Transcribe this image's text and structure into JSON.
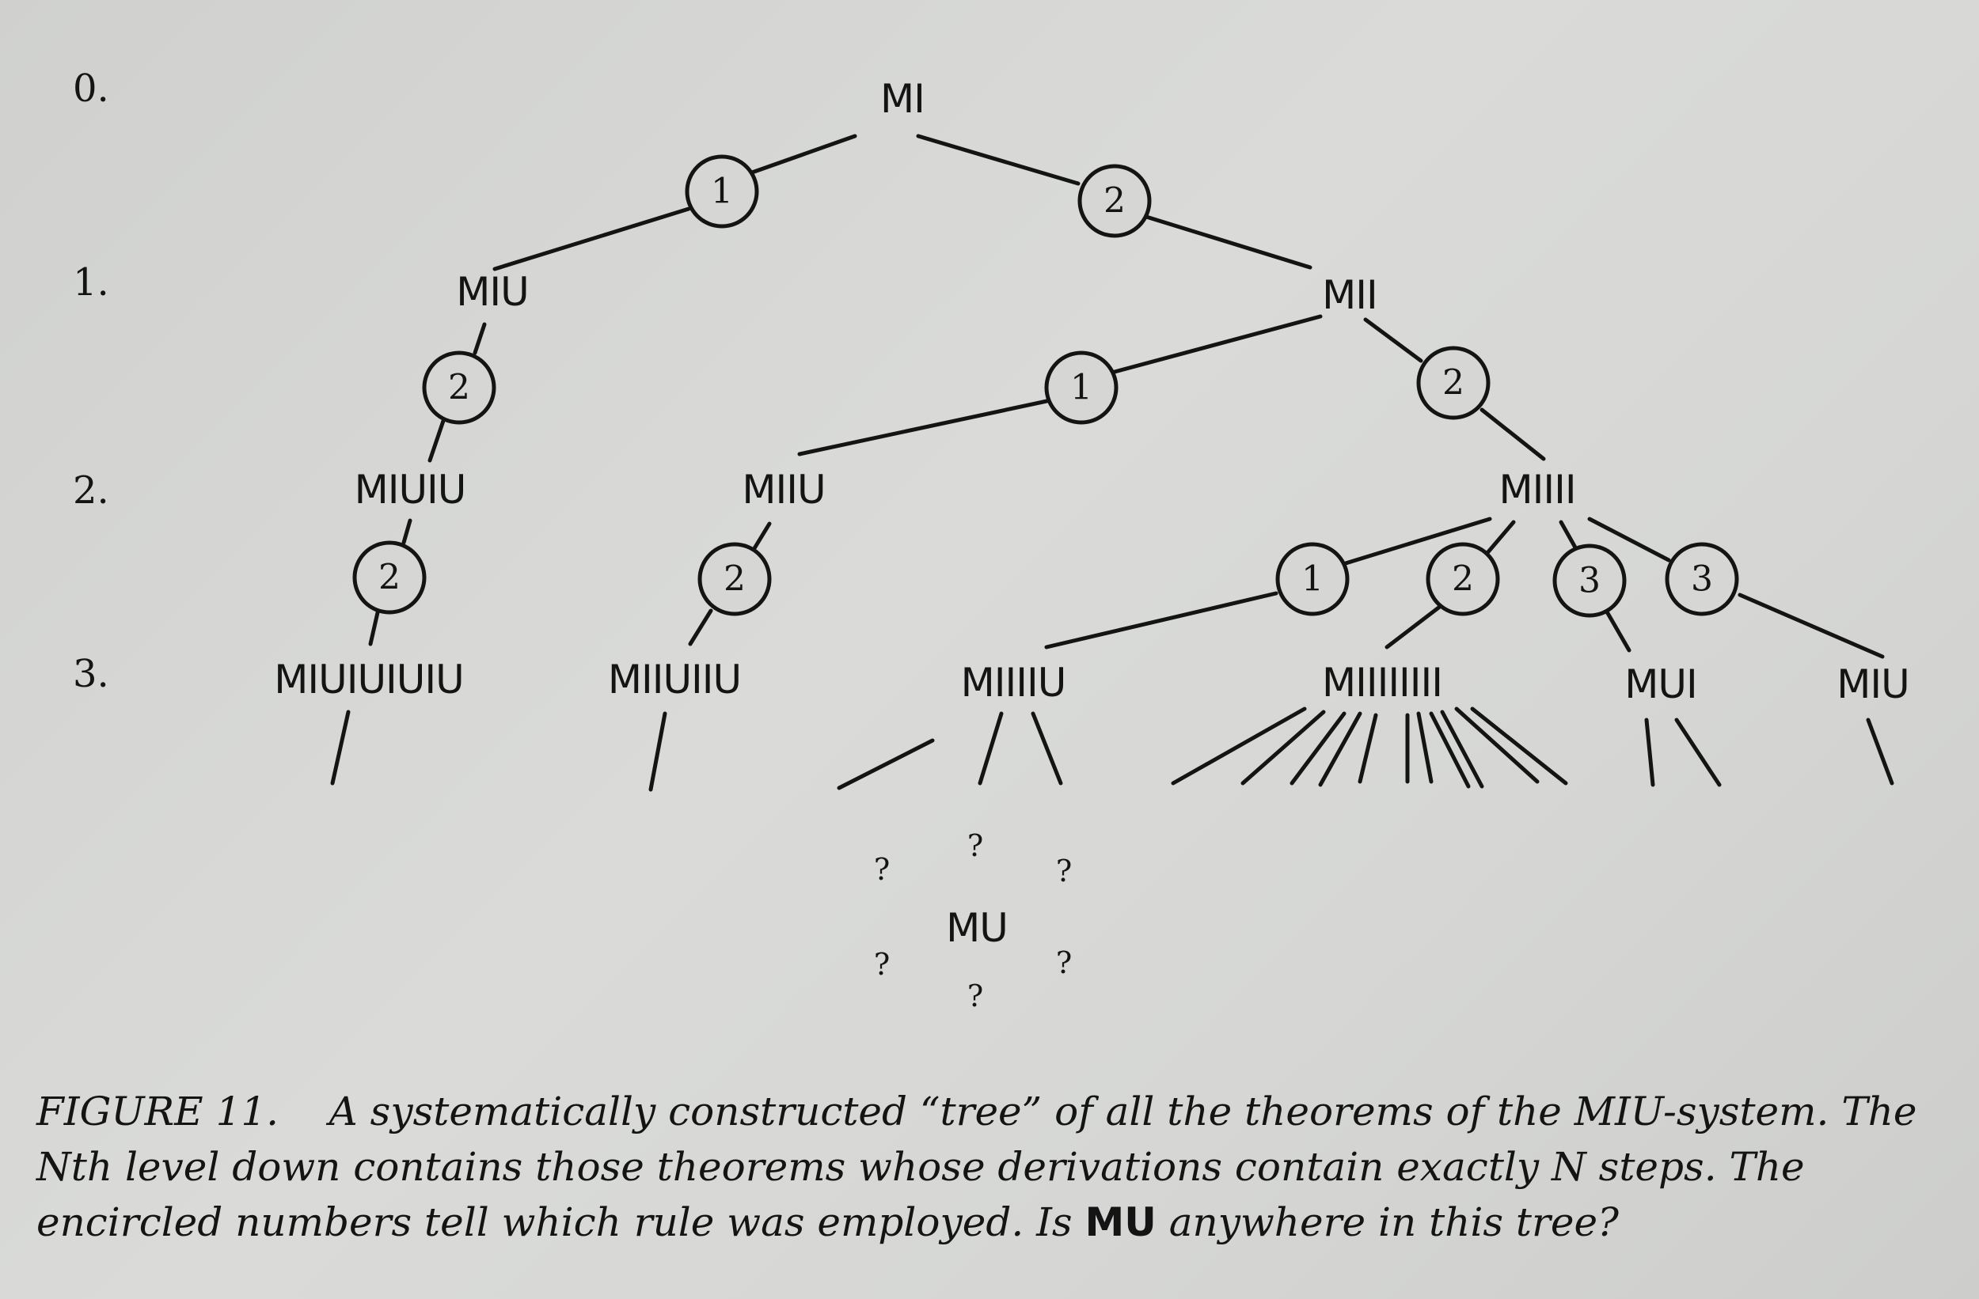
{
  "levels": [
    "0.",
    "1.",
    "2.",
    "3."
  ],
  "nodes": {
    "mi": "MI",
    "miu_l1": "MIU",
    "mii": "MII",
    "miuiu": "MIUIU",
    "miiu": "MIIU",
    "miiii": "MIIII",
    "miuiuiuiu": "MIUIUIUIU",
    "miiuiiu": "MIIUIIU",
    "miiiiu": "MIIIIU",
    "miiiiiiii": "MIIIIIIII",
    "mui": "MUI",
    "miu_l3": "MIU",
    "mu": "MU"
  },
  "rules": {
    "mi_miu": "1",
    "mi_mii": "2",
    "miu_miuiu": "2",
    "mii_miiu": "1",
    "mii_miiii": "2",
    "miuiu_miuiuiuiu": "2",
    "miiu_miiuiiu": "2",
    "miiii_miiiiu": "1",
    "miiii_miiiiiiii": "2",
    "miiii_mui": "3",
    "miiii_miu": "3"
  },
  "question_mark": "?",
  "caption": {
    "prefix": "FIGURE 11.",
    "text_1": "A systematically constructed “tree” of all the theorems of the MIU-system. The Nth level down contains those theorems whose derivations contain exactly N steps. The encircled numbers tell which rule was employed. Is",
    "mu": "MU",
    "text_2": "anywhere in this tree?"
  }
}
